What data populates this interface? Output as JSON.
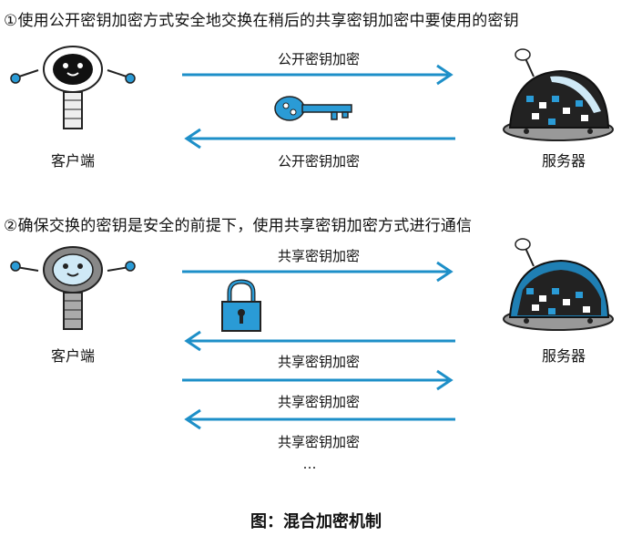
{
  "section1": {
    "heading": "①使用公开密钥加密方式安全地交换在稍后的共享密钥加密中要使用的密钥",
    "client_label": "客户端",
    "server_label": "服务器",
    "arrow_top_label": "公开密钥加密",
    "arrow_bottom_label": "公开密钥加密",
    "key_icon": "key-icon"
  },
  "section2": {
    "heading": "②确保交换的密钥是安全的前提下，使用共享密钥加密方式进行通信",
    "client_label": "客户端",
    "server_label": "服务器",
    "arrow_labels": [
      "共享密钥加密",
      "共享密钥加密",
      "共享密钥加密",
      "共享密钥加密"
    ],
    "ellipsis": "…",
    "lock_icon": "padlock-icon"
  },
  "caption": "图：混合加密机制",
  "colors": {
    "arrow": "#1d8fc8",
    "accent": "#2a9bd6",
    "dark": "#1a1a1a"
  }
}
